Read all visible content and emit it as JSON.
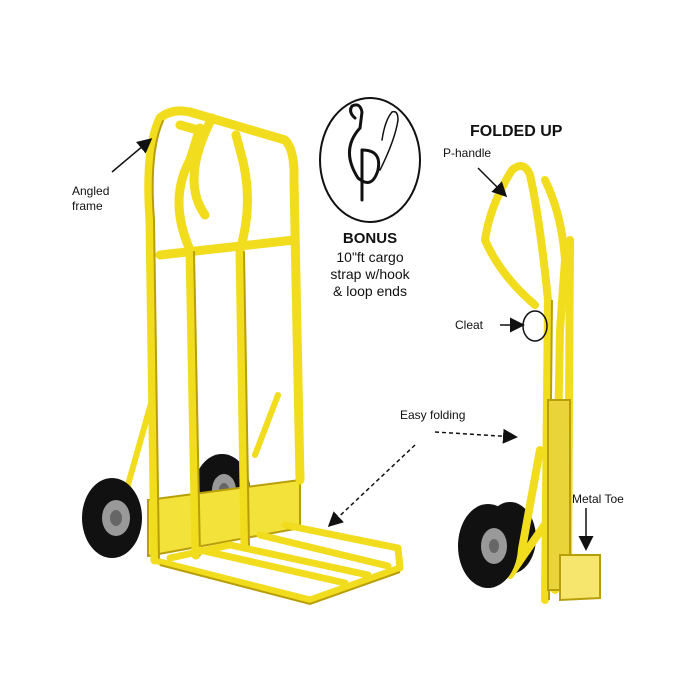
{
  "labels": {
    "angled_frame_line1": "Angled",
    "angled_frame_line2": "frame",
    "bonus_title": "BONUS",
    "bonus_line1": "10\"ft cargo",
    "bonus_line2": "strap w/hook",
    "bonus_line3": "& loop ends",
    "folded_up": "FOLDED UP",
    "p_handle": "P-handle",
    "cleat": "Cleat",
    "easy_folding": "Easy folding",
    "metal_toe": "Metal Toe"
  },
  "colors": {
    "frame_yellow": "#f2dc1e",
    "frame_shadow": "#b89f0a",
    "tire_black": "#111111",
    "hub_grey": "#9a9a9a"
  }
}
